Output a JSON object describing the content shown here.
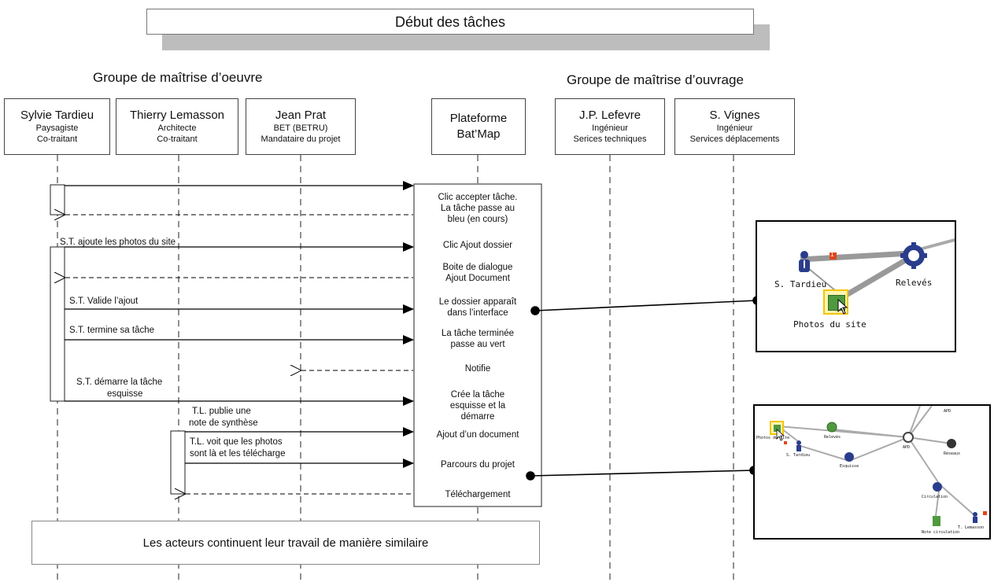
{
  "header": {
    "title": "Début des tâches"
  },
  "groups": {
    "oeuvre": "Groupe de maîtrise d’oeuvre",
    "ouvrage": "Groupe de maîtrise d’ouvrage"
  },
  "actors": [
    {
      "name": "Sylvie Tardieu",
      "line1": "Paysagiste",
      "line2": "Co-traitant"
    },
    {
      "name": "Thierry Lemasson",
      "line1": "Architecte",
      "line2": "Co-traitant"
    },
    {
      "name": "Jean Prat",
      "line1": "BET (BETRU)",
      "line2": "Mandataire du projet"
    },
    {
      "name": "J.P. Lefevre",
      "line1": "Ingénieur",
      "line2": "Serices techniques"
    },
    {
      "name": "S. Vignes",
      "line1": "Ingénieur",
      "line2": "Services déplacements"
    }
  ],
  "platform": {
    "line1": "Plateforme",
    "line2": "Bat’Map"
  },
  "messages": {
    "m1": "S.T. ajoute les photos du site",
    "m2": "S.T. Valide l’ajout",
    "m3": "S.T. termine sa tâche",
    "m4a": "S.T. démarre la tâche",
    "m4b": "esquisse",
    "m5a": "T.L. publie une",
    "m5b": "note de synthèse",
    "m6a": "T.L. voit que les photos",
    "m6b": "sont là et les télécharge"
  },
  "platform_actions": {
    "a1": "Clic accepter tâche.",
    "a2": "La tâche passe au",
    "a3": "bleu (en cours)",
    "a4": "Clic Ajout dossier",
    "a5": "Boite de dialogue",
    "a6": "Ajout Document",
    "a7": "Le dossier apparaît",
    "a8": "dans l’interface",
    "a9": "La tâche terminée",
    "a10": "passe au vert",
    "a11": "Notifie",
    "a12": "Crée la tâche",
    "a13": "esquisse et la",
    "a14": "démarre",
    "a15": "Ajout d’un document",
    "a16": "Parcours du projet",
    "a17": "Téléchargement"
  },
  "footer": {
    "text": "Les acteurs continuent leur travail de manière similaire"
  },
  "screenshot1": {
    "user": "S. Tardieu",
    "task": "Relevés",
    "folder": "Photos du site",
    "badge": "1"
  },
  "screenshot2": {
    "photos": "Photos du site",
    "releves": "Relevés",
    "apd": "APD",
    "tardieu": "S. Tardieu",
    "esquisse": "Esquisse",
    "reseaux": "Réseaux",
    "circulation": "Circulation",
    "lemasson": "T. Lemasson",
    "note": "Note circulation",
    "apd_top": "APD"
  },
  "colors": {
    "task_blue": "#2a3d8c",
    "folder_green": "#4f9a3e",
    "highlight": "#f2c500",
    "badge": "#e0461a"
  }
}
